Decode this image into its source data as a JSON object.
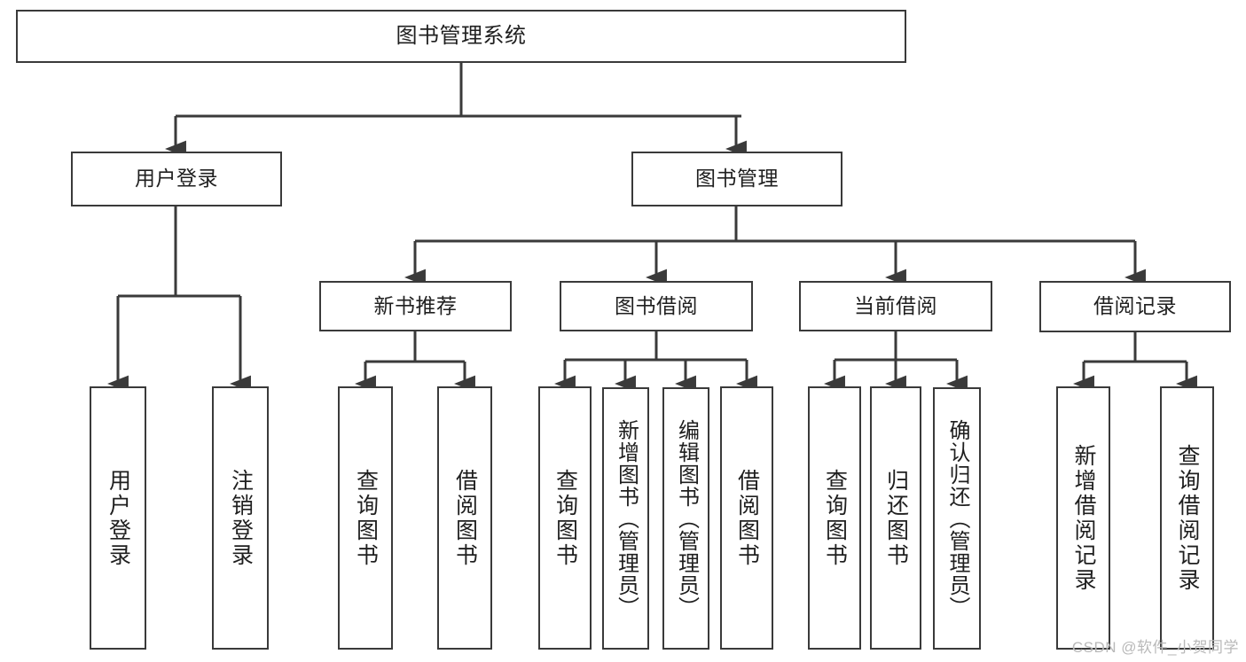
{
  "diagram": {
    "title": "图书管理系统",
    "type": "hierarchy-tree",
    "watermark": "CSDN @软件_小贺同学",
    "colors": {
      "stroke": "#3a3a3a",
      "fill": "#ffffff",
      "text": "#1f1f1f",
      "watermark": "#b9b9b9"
    },
    "levels": {
      "root": {
        "label": "图书管理系统"
      },
      "level1": [
        {
          "label": "用户登录"
        },
        {
          "label": "图书管理"
        }
      ],
      "level2": [
        {
          "label": "新书推荐"
        },
        {
          "label": "图书借阅"
        },
        {
          "label": "当前借阅"
        },
        {
          "label": "借阅记录"
        }
      ]
    },
    "leaves": {
      "user_login": [
        {
          "label": "用户登录"
        },
        {
          "label": "注销登录"
        }
      ],
      "new_book": [
        {
          "label": "查询图书"
        },
        {
          "label": "借阅图书"
        }
      ],
      "book_borrow": [
        {
          "label": "查询图书"
        },
        {
          "label": "新增图书（管理员）"
        },
        {
          "label": "编辑图书（管理员）"
        },
        {
          "label": "借阅图书"
        }
      ],
      "current_borrow": [
        {
          "label": "查询图书"
        },
        {
          "label": "归还图书"
        },
        {
          "label": "确认归还（管理员）"
        }
      ],
      "borrow_record": [
        {
          "label": "新增借阅记录"
        },
        {
          "label": "查询借阅记录"
        }
      ]
    }
  }
}
